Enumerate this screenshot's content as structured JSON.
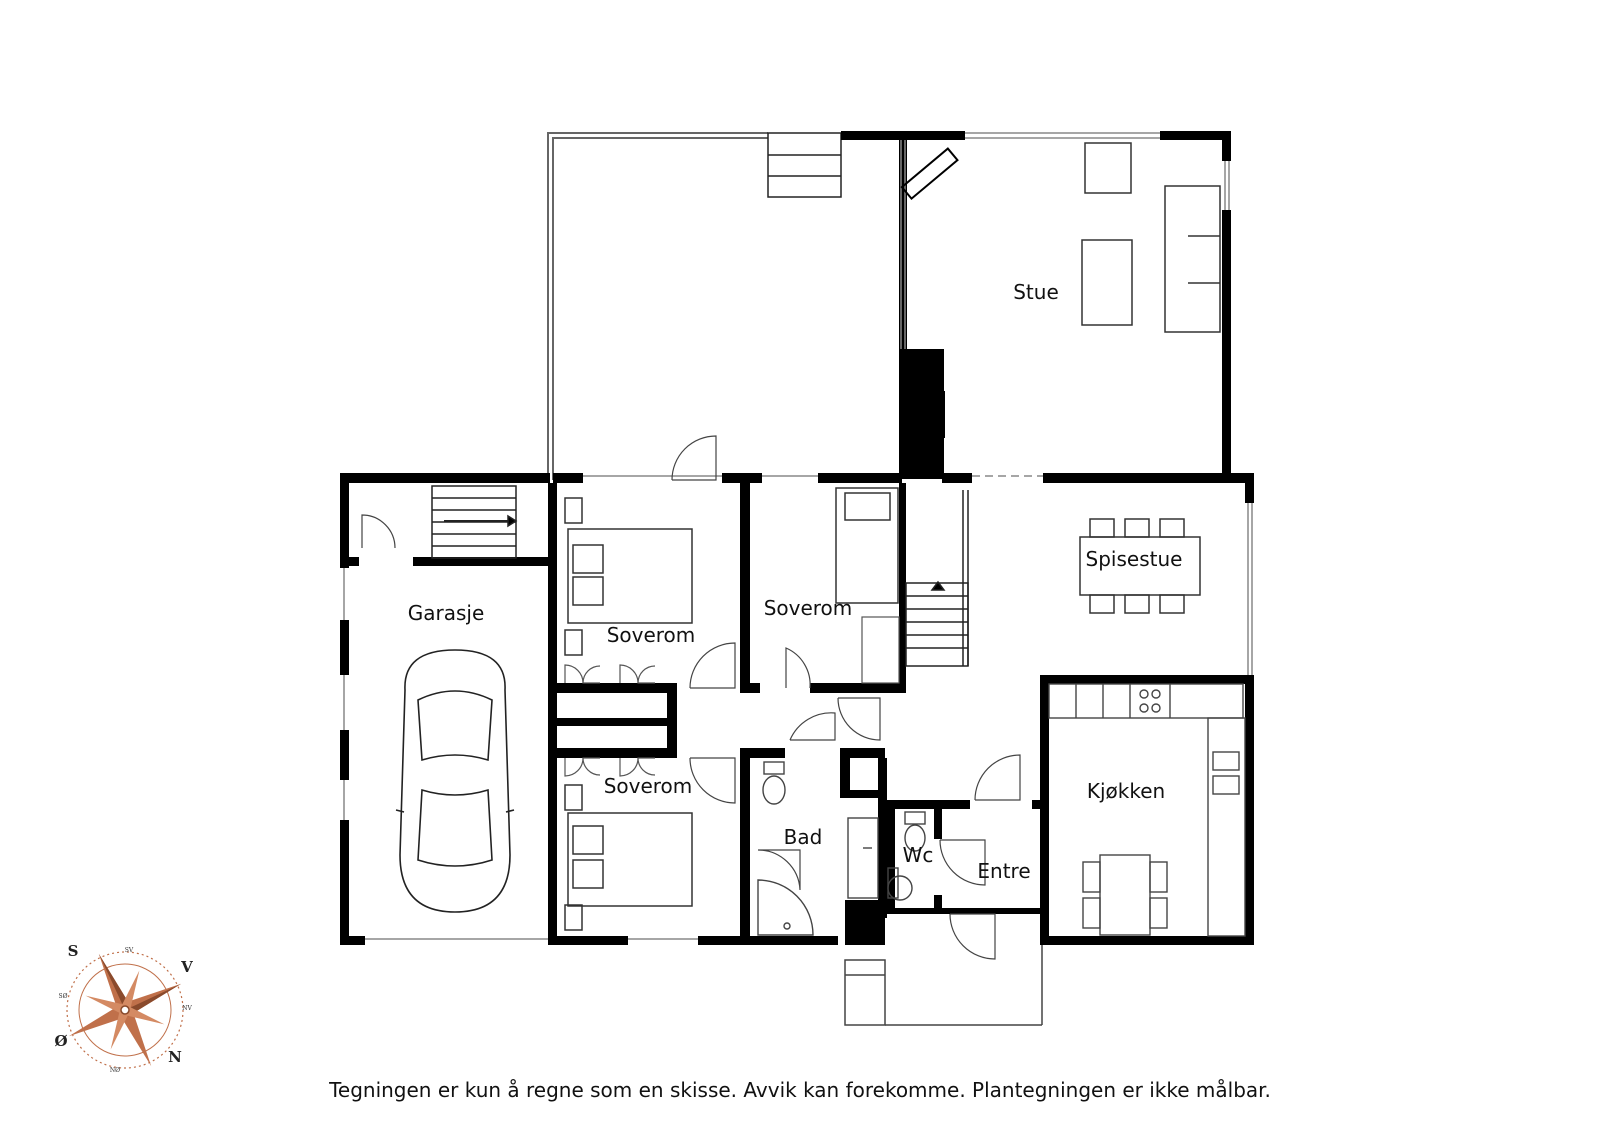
{
  "rooms": {
    "stue": "Stue",
    "spisestue": "Spisestue",
    "garasje": "Garasje",
    "soverom_1": "Soverom",
    "soverom_2": "Soverom",
    "soverom_3": "Soverom",
    "kjokken": "Kjøkken",
    "bad": "Bad",
    "wc": "Wc",
    "entre": "Entre"
  },
  "compass": {
    "north": "N",
    "south": "S",
    "east": "Ø",
    "west": "V",
    "sw": "SV",
    "nv": "NV",
    "se": "SØ",
    "no": "NØ"
  },
  "disclaimer": "Tegningen er kun å regne som en skisse. Avvik kan forekomme. Plantegningen er ikke målbar.",
  "colors": {
    "wall": "#000000",
    "compass_accent": "#c0704a",
    "line": "#555555"
  }
}
